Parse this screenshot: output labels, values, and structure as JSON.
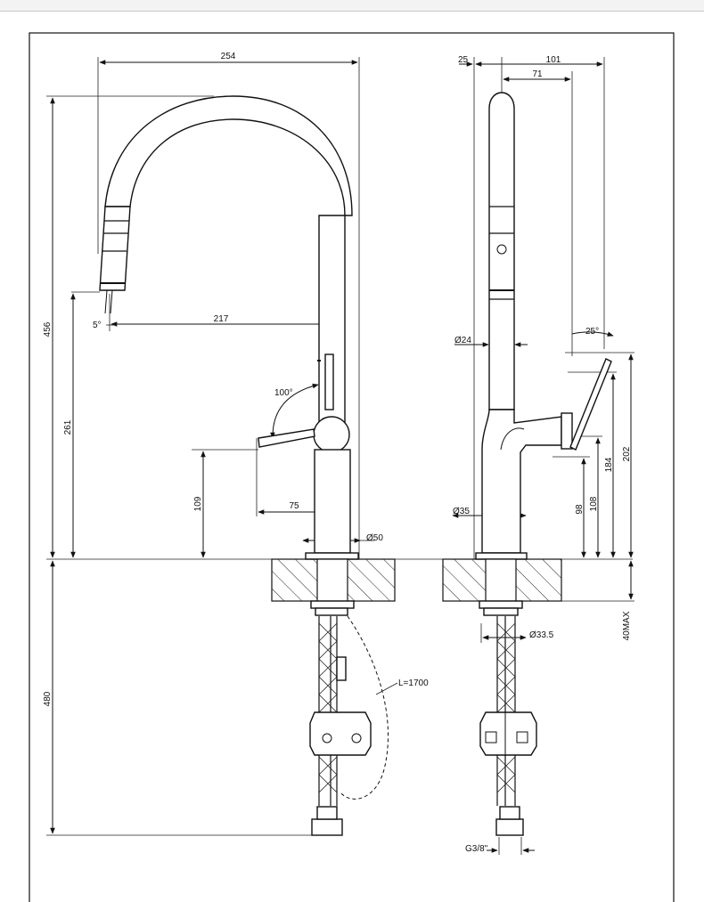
{
  "front_view": {
    "dims": {
      "width_overall": "254",
      "height_overall": "456",
      "spout_reach": "217",
      "spout_angle": "5°",
      "spout_height": "261",
      "lever_rotation": "100°",
      "lever_height": "109",
      "lever_reach": "75",
      "base_diameter": "50",
      "below_deck": "480",
      "hose_length": "L=1700"
    }
  },
  "side_view": {
    "dims": {
      "offset_back": "25",
      "depth_overall": "101",
      "depth_handle": "71",
      "lever_angle": "25°",
      "spout_diameter": "24",
      "lever_height_high": "202",
      "lever_height_mid": "184",
      "lever_height_low": "108",
      "lever_base": "98",
      "body_diameter": "35",
      "shank_diameter": "33.5",
      "deck_thickness": "40MAX",
      "connection_thread": "G3/8\""
    }
  },
  "symbols": {
    "diameter": "Ø"
  },
  "colors": {
    "line": "#111111",
    "hatch": "#222222",
    "background": "#ffffff"
  }
}
